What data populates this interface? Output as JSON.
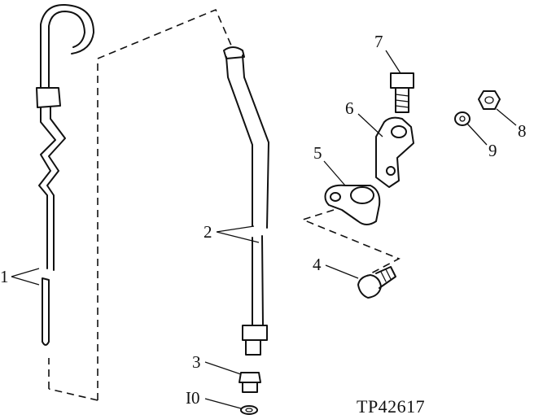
{
  "callouts": {
    "c1": "1",
    "c2": "2",
    "c3": "3",
    "c4": "4",
    "c5": "5",
    "c6": "6",
    "c7": "7",
    "c8": "8",
    "c9": "9",
    "c10": "I0"
  },
  "figure_ref": "TP42617"
}
